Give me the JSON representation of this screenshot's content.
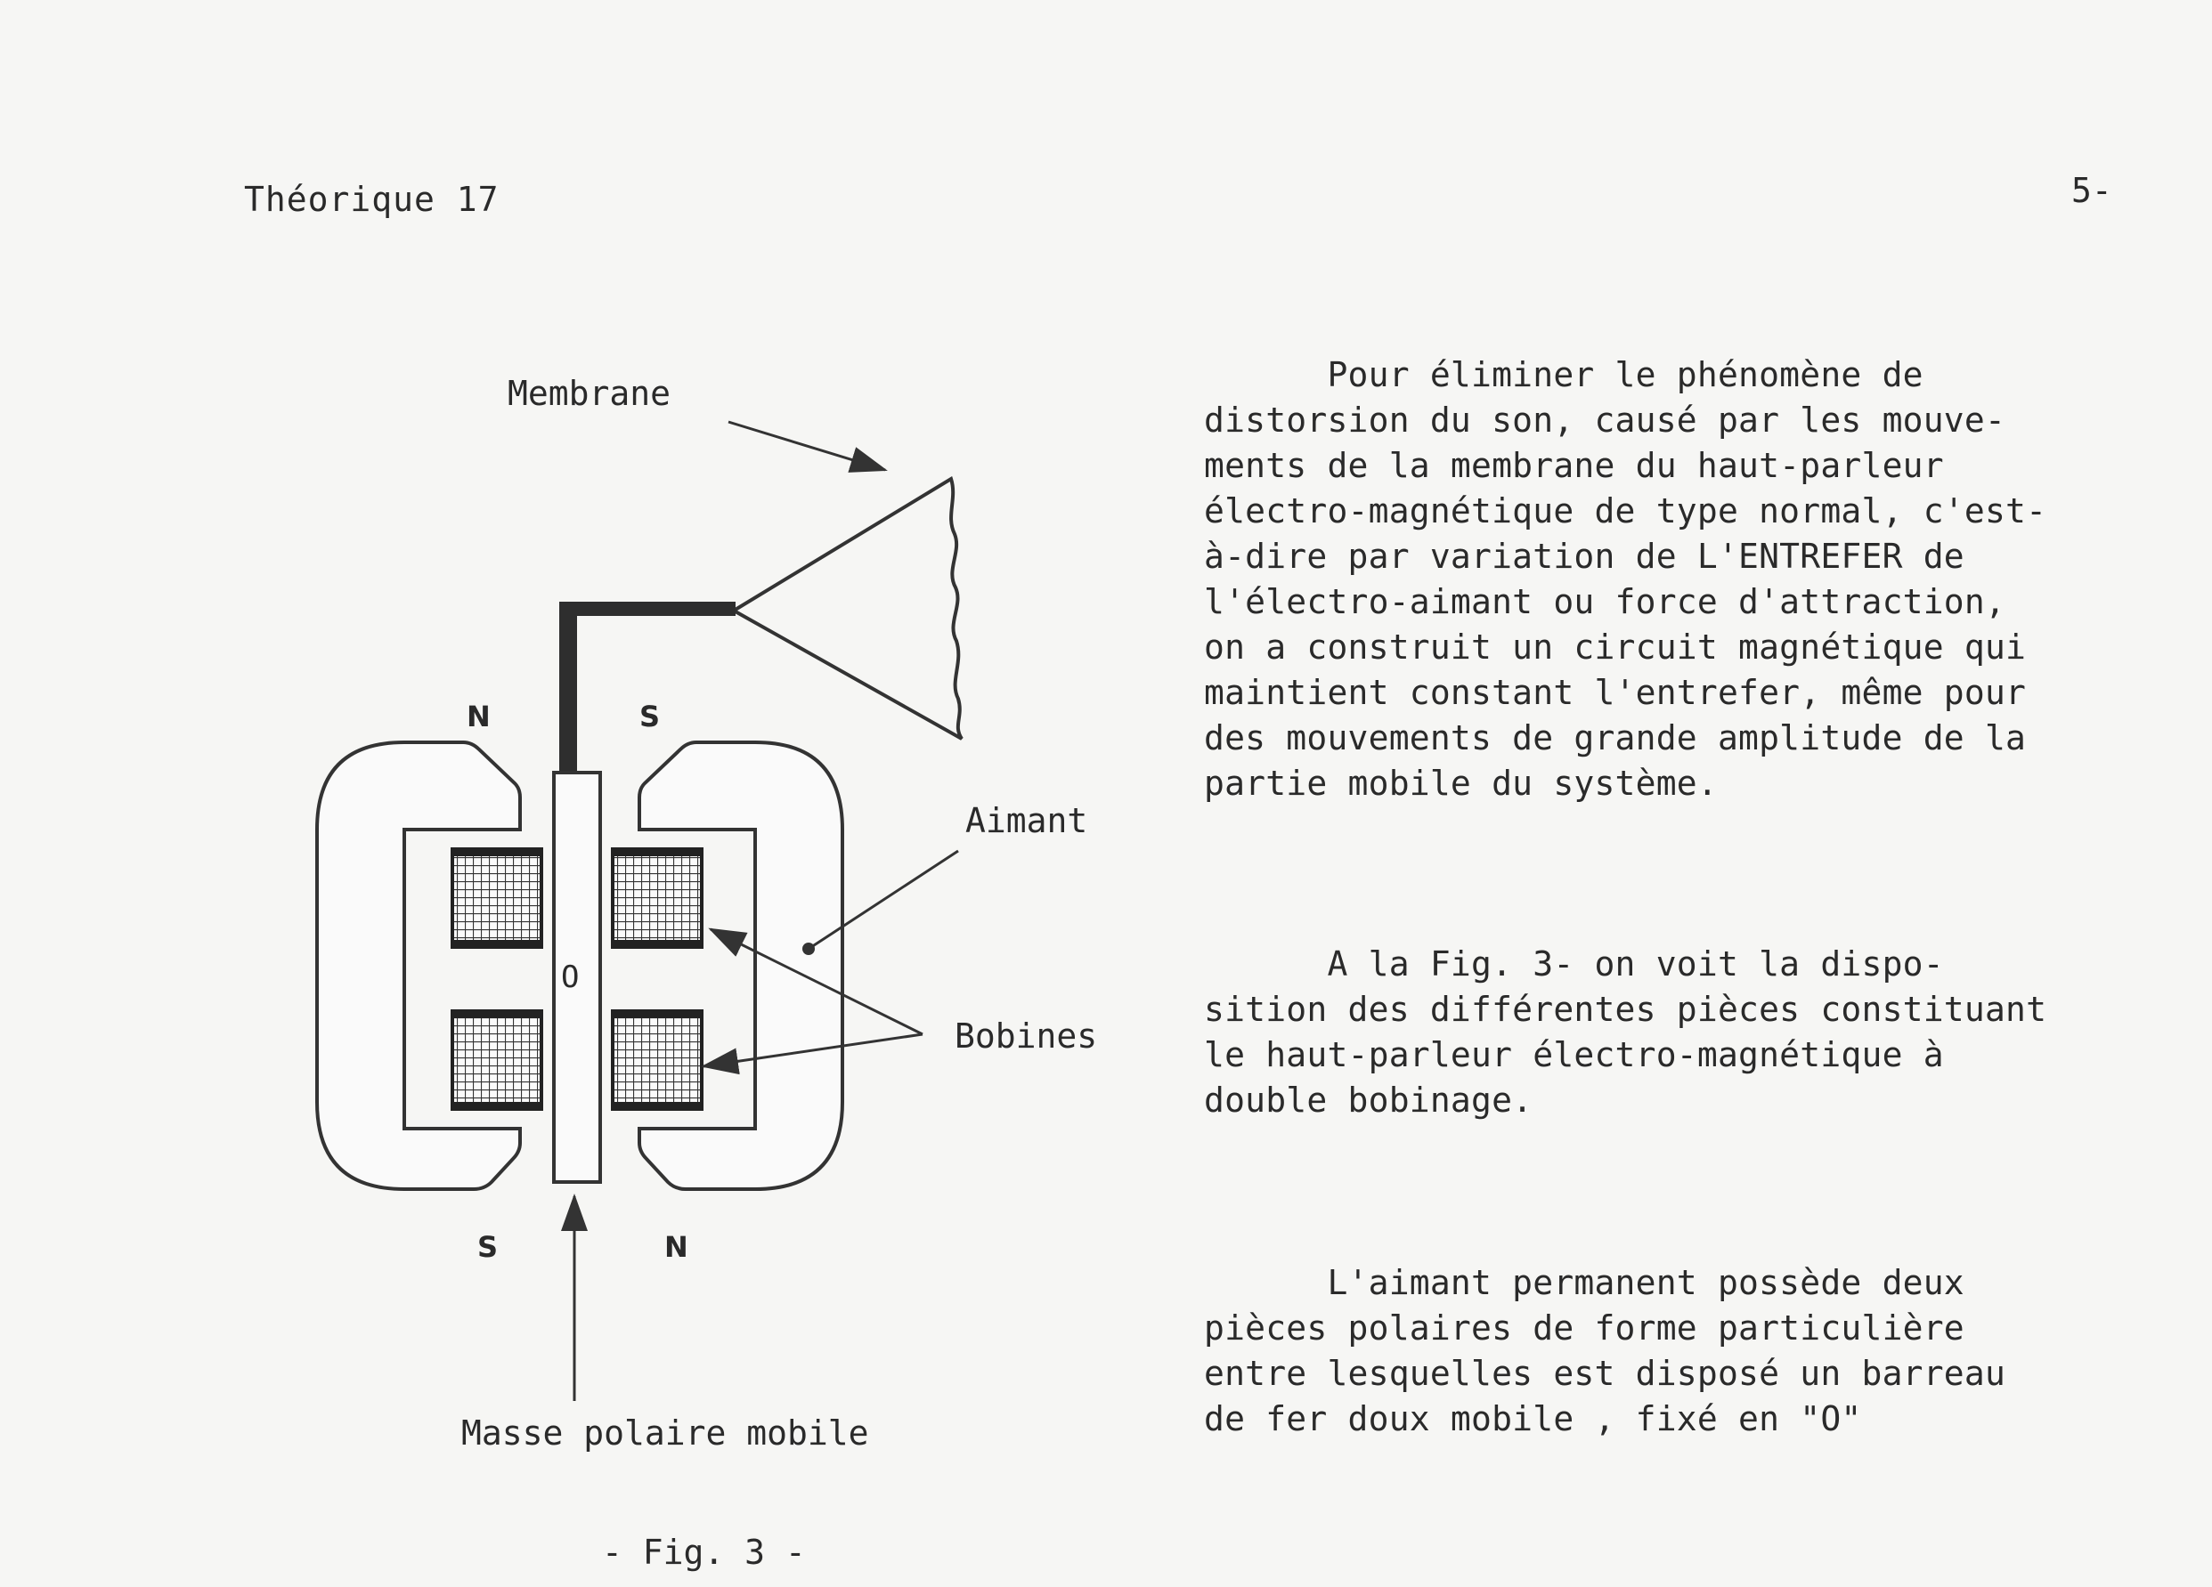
{
  "header": {
    "section": "Théorique 17",
    "page_number": "5-"
  },
  "figure": {
    "labels": {
      "membrane": "Membrane",
      "aimant": "Aimant",
      "bobines": "Bobines",
      "masse": "Masse polaire mobile",
      "center": "O"
    },
    "poles": {
      "top_left": "N",
      "top_right": "S",
      "bottom_left": "S",
      "bottom_right": "N"
    },
    "caption": "- Fig. 3 -"
  },
  "text": {
    "para1": [
      "      Pour éliminer le phénomène de",
      "distorsion du son, causé par les mouve-",
      "ments de la membrane du haut-parleur",
      "électro-magnétique de type normal, c'est-",
      "à-dire par variation de L'ENTREFER de",
      "l'électro-aimant ou force d'attraction,",
      "on a construit un circuit magnétique qui",
      "maintient constant l'entrefer, même pour",
      "des mouvements de grande amplitude de la",
      "partie mobile du système."
    ],
    "para2": [
      "      A la Fig. 3- on voit la dispo-",
      "sition des différentes pièces constituant",
      "le haut-parleur électro-magnétique à",
      "double bobinage."
    ],
    "para3": [
      "      L'aimant permanent possède deux",
      "pièces polaires de forme particulière",
      "entre lesquelles est disposé un barreau",
      "de fer doux mobile , fixé en \"O\""
    ]
  }
}
